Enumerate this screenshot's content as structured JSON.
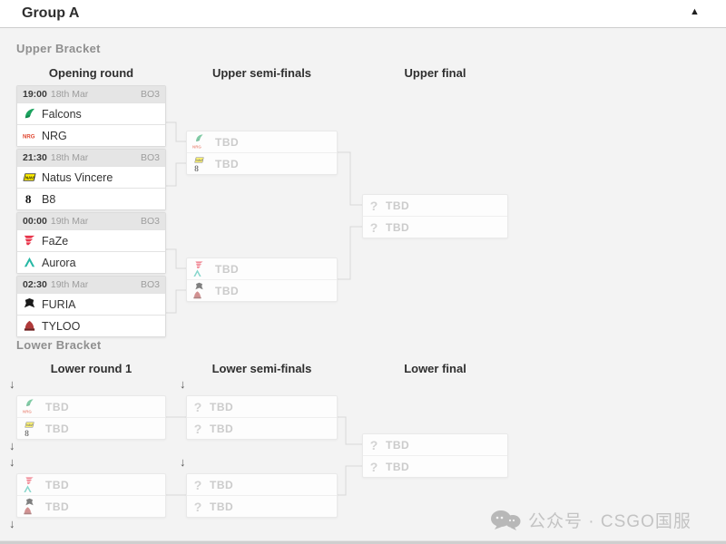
{
  "header": {
    "title": "Group A",
    "collapse_icon": "▲"
  },
  "glyphs": {
    "arrow_down": "↓",
    "question": "?"
  },
  "tbd": "TBD",
  "upper": {
    "label": "Upper Bracket",
    "columns": [
      "Opening round",
      "Upper semi-finals",
      "Upper final"
    ],
    "matches": [
      {
        "time": "19:00",
        "date": "18th Mar",
        "format": "BO3",
        "team1": "Falcons",
        "team2": "NRG"
      },
      {
        "time": "21:30",
        "date": "18th Mar",
        "format": "BO3",
        "team1": "Natus Vincere",
        "team2": "B8"
      },
      {
        "time": "00:00",
        "date": "19th Mar",
        "format": "BO3",
        "team1": "FaZe",
        "team2": "Aurora"
      },
      {
        "time": "02:30",
        "date": "19th Mar",
        "format": "BO3",
        "team1": "FURIA",
        "team2": "TYLOO"
      }
    ]
  },
  "lower": {
    "label": "Lower Bracket",
    "columns": [
      "Lower round 1",
      "Lower semi-finals",
      "Lower final"
    ]
  },
  "team_colors": {
    "falcons": "#1ca35f",
    "nrg": "#e0462f",
    "navi": "#ffee00",
    "b8": "#111111",
    "faze": "#e8344a",
    "aurora": "#27b8a5",
    "furia": "#1a1a1a",
    "tyloo": "#b03a3a"
  },
  "watermark": {
    "text": "公众号 · CSGO国服"
  }
}
